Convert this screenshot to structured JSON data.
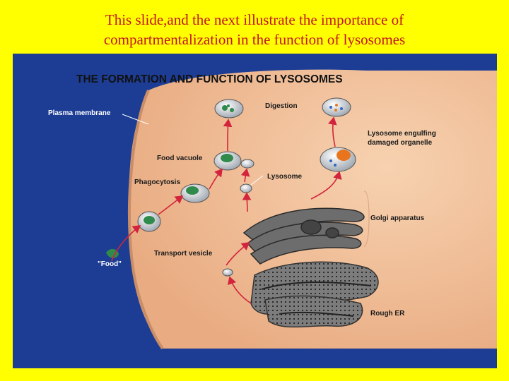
{
  "slide": {
    "title_line1": "This slide,and the next illustrate the importance of",
    "title_line2": "compartmentalization in the function of lysosomes"
  },
  "diagram": {
    "heading": "THE FORMATION AND FUNCTION OF LYSOSOMES",
    "labels": {
      "plasma_membrane": "Plasma membrane",
      "digestion": "Digestion",
      "lysosome_engulfing_1": "Lysosome engulfing",
      "lysosome_engulfing_2": "damaged organelle",
      "food_vacuole": "Food vacuole",
      "phagocytosis": "Phagocytosis",
      "lysosome": "Lysosome",
      "golgi_apparatus": "Golgi apparatus",
      "transport_vesicle": "Transport vesicle",
      "food": "\"Food\"",
      "rough_er": "Rough ER"
    },
    "colors": {
      "background": "#ffff00",
      "title_text": "#c4141e",
      "panel": "#1d3d94",
      "cytoplasm": "#f4c29e",
      "arrow": "#d2243c",
      "food": "#2f8a4c"
    }
  }
}
